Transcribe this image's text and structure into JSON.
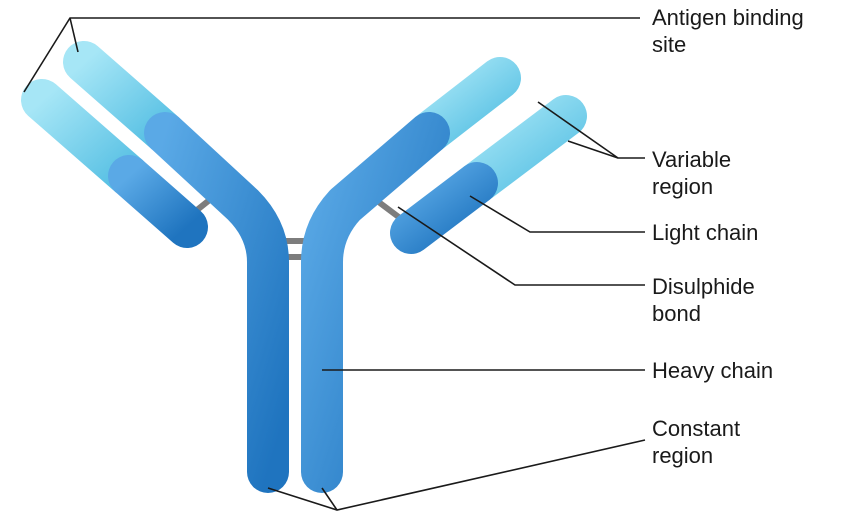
{
  "labels": {
    "antigen_binding_site": [
      "Antigen binding",
      "site"
    ],
    "variable_region": [
      "Variable",
      "region"
    ],
    "light_chain": [
      "Light chain"
    ],
    "disulphide_bond": [
      "Disulphide",
      "bond"
    ],
    "heavy_chain": [
      "Heavy chain"
    ],
    "constant_region": [
      "Constant",
      "region"
    ]
  },
  "colors": {
    "constant_blue": "#2f86cf",
    "variable_cyan": "#7fd3ec",
    "bond_gray": "#7d7d7d",
    "leader_line": "#1a1a1a"
  }
}
